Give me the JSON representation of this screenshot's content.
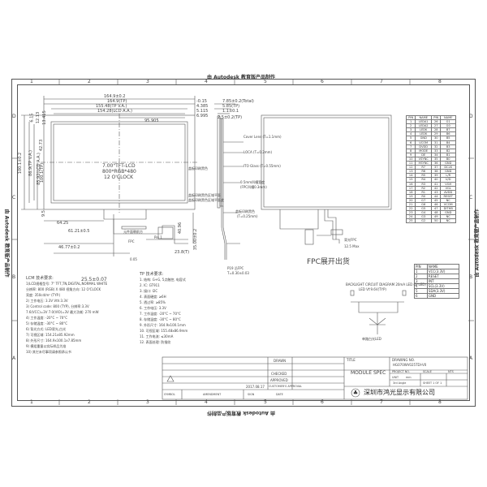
{
  "watermark": {
    "top": "由 Autodesk 教育版产品制作",
    "bottom": "由 Autodesk 教育版产品制作",
    "left": "由 Autodesk 教育版产品制作",
    "right": "由 Autodesk 教育版产品制作"
  },
  "border": {
    "cols": [
      "1",
      "2",
      "3",
      "4",
      "5",
      "6",
      "7",
      "8"
    ],
    "rows": [
      "D",
      "C",
      "B",
      "A"
    ]
  },
  "front_view": {
    "dims_top": [
      "164.9±0.2",
      "164.9(TP)",
      "155.48(TP V.A.)",
      "154.28(LCD A.A.)",
      "-0.15",
      "4.385",
      "5.115",
      "6.995",
      "95.905"
    ],
    "dims_left": [
      "6.15",
      "12.13",
      "13.415",
      "100.1±0.2",
      "86.9(TP V.A.)",
      "85.92(LCD A.A.)",
      "100.1(TP)",
      "42.73",
      "9.5",
      "46.77±0.2",
      "64.25"
    ],
    "center_lines": [
      "7.00\"TFT-LCD",
      "800*RGB*480",
      "12 O'CLOCK"
    ],
    "side_notes": [
      "盖板印刷黑色",
      "盖板印刷黑色区域平面",
      "盖板印刷黑色区域平面度"
    ],
    "bottom_dims": [
      "61.21±0.5",
      "25.5±0.07",
      "0.05"
    ],
    "fpc_notes": [
      "元件面朝前方",
      "FPC"
    ],
    "fpc_dims": [
      "40.96",
      "35.00±0.2",
      "23.8(T)",
      "Pin 1"
    ]
  },
  "side_view": {
    "dims_top": [
      "7.85±0.2(Total)",
      "5.85(TP)",
      "1.1±0.1",
      "2.5±0.2(TP)"
    ],
    "layers": [
      "Cover Lens (T=1.1mm)",
      "LOCA (T=0.2mm)",
      "ITO Glass (T=0.55mm)"
    ],
    "notes": [
      "0.5mm凹槽宽度",
      "(FPC凹槽0.3mm)",
      "盖板印刷黑色",
      "(T=0.25mm)"
    ],
    "bottom": [
      "P19 沿FPC",
      "T=0.30±0.03"
    ]
  },
  "back_view": {
    "title": "FPC展开出货",
    "labels": [
      "背光FPC",
      "12.5 Max"
    ]
  },
  "lcm_pin_table": {
    "headers": [
      "PIN",
      "NAME",
      "PIN",
      "NAME"
    ],
    "rows": [
      [
        "1",
        "LEDA1",
        "26",
        "G1"
      ],
      [
        "2",
        "LEDA2",
        "27",
        "G0"
      ],
      [
        "3",
        "LEDK",
        "28",
        "B7"
      ],
      [
        "4",
        "LEDK",
        "29",
        "B6"
      ],
      [
        "5",
        "GND",
        "30",
        "B5"
      ],
      [
        "6",
        "VCOM",
        "31",
        "B4"
      ],
      [
        "7",
        "DVDD",
        "32",
        "B3"
      ],
      [
        "8",
        "MODE",
        "33",
        "B2"
      ],
      [
        "9",
        "DE",
        "34",
        "B1"
      ],
      [
        "10",
        "VSYNC",
        "35",
        "B0"
      ],
      [
        "11",
        "HSYNC",
        "36",
        "GND"
      ],
      [
        "12",
        "R7",
        "37",
        "DCLK"
      ],
      [
        "13",
        "R6",
        "38",
        "GND"
      ],
      [
        "14",
        "R5",
        "39",
        "L/R"
      ],
      [
        "15",
        "R4",
        "40",
        "U/D"
      ],
      [
        "16",
        "R3",
        "41",
        "VGH"
      ],
      [
        "17",
        "R2",
        "42",
        "VGL"
      ],
      [
        "18",
        "R1",
        "43",
        "AVDD"
      ],
      [
        "19",
        "R0",
        "44",
        "RESET"
      ],
      [
        "20",
        "G7",
        "45",
        "NC"
      ],
      [
        "21",
        "G6",
        "46",
        "VCOM"
      ],
      [
        "22",
        "G5",
        "47",
        "DITHB"
      ],
      [
        "23",
        "G4",
        "48",
        "GND"
      ],
      [
        "24",
        "G3",
        "49",
        "NC"
      ],
      [
        "25",
        "G2",
        "50",
        "NC"
      ]
    ]
  },
  "tp_pin_table": {
    "headers": [
      "PIN",
      "NAME"
    ],
    "rows": [
      [
        "1",
        "VCC(3.3V)"
      ],
      [
        "2",
        "RESET"
      ],
      [
        "3",
        "INT"
      ],
      [
        "4",
        "SCL(3.3V)"
      ],
      [
        "5",
        "SDA(3.3V)"
      ],
      [
        "6",
        "GND"
      ]
    ]
  },
  "backlight": {
    "caption": "BACKLIGHT CIRCUIT DIAGRAM 20mA LED (2*LED)",
    "sub": "LED Vf:9.6V(TYP)",
    "sub2": "单路白光LED"
  },
  "lcm_spec": {
    "heading": "LCM 技术要求:",
    "lines": [
      "1)LCD规格型号: 7\" TFT,TN,DIGITAL,NORMAL WHITE",
      "  分辨率: 800 (RGB) X 480 视角方向: 12 O'CLOCK",
      "  亮度: 350cd/m² (TYP.)",
      "2) 工作电压: 3.3V Vth:3.3V",
      "3) Control code: 800 (TYP), 分辨率:3.3V",
      "  7.6(VCC)=3V  7.0(VIO)=3V 最大功耗: 270 mW",
      "4) 工作温度: -20°C ~ 70°C",
      "5) 存储温度: -30°C ~ 80°C",
      "6) 背光方式: LED背光,白光",
      "7) 可视区域: 154.21x85.92mm",
      "8) 外形尺寸: 164.9x100.1x7.85mm",
      "9) 模组重量以实际样品为准",
      "10) 其它未尽事项请参照承认书"
    ]
  },
  "tp_spec": {
    "heading": "TP 技术要求:",
    "lines": [
      "1. 结构: G+G, 5点触控, 电容式",
      "2. IC: GT911",
      "3. 接口: I2C",
      "4. 表面硬度: ≥6H",
      "5. 透过率: ≥85%",
      "6. 工作电压: 3.3V",
      "7. 工作温度: -20°C ~ 70°C",
      "8. 存储温度: -30°C ~ 80°C",
      "9. 外形尺寸: 164.9x100.1mm",
      "10. 可视区域: 155.48x86.9mm",
      "11. 工作电流: ≤30mA",
      "12. 表面处理: 防指纹"
    ]
  },
  "title_block": {
    "drawn_label": "DRAWN",
    "checked_label": "CHECKED",
    "approved_label": "APPROVED",
    "customer_label": "CUSTOMER'S APPROVAL",
    "title_label": "TITLE",
    "title_value": "MODULE SPEC",
    "drawing_no_label": "DRAWING NO.",
    "drawing_no_value": "HG070WV025TDI-V0",
    "project_label": "PROJECT NO.",
    "scale_label": "SCALE",
    "scale_value": "NTS",
    "unit_label": "UNIT",
    "unit_value": "mm",
    "angle_label": "3rd Angle",
    "sheet_label": "SHEET 1 OF 1",
    "company": "深圳市鸿光显示有限公司",
    "date_value": "2017.08.17",
    "symbol_label": "SYMBOL",
    "amendment_label": "AMENDMENT",
    "sign_label": "SIGN",
    "date_label": "DATE"
  }
}
